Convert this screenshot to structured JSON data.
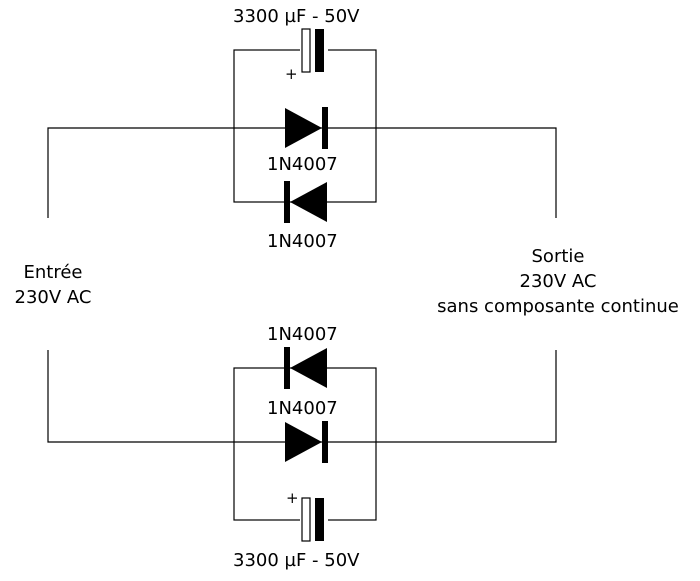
{
  "labels": {
    "cap_top": "3300 µF - 50V",
    "cap_bottom": "3300 µF - 50V",
    "diode_top_forward": "1N4007",
    "diode_top_reverse": "1N4007",
    "diode_bottom_reverse": "1N4007",
    "diode_bottom_forward": "1N4007",
    "plus_top": "+",
    "plus_bottom": "+"
  },
  "input": {
    "line1": "Entrée",
    "line2": "230V AC"
  },
  "output": {
    "line1": "Sortie",
    "line2": "230V AC",
    "line3": "sans composante continue"
  }
}
